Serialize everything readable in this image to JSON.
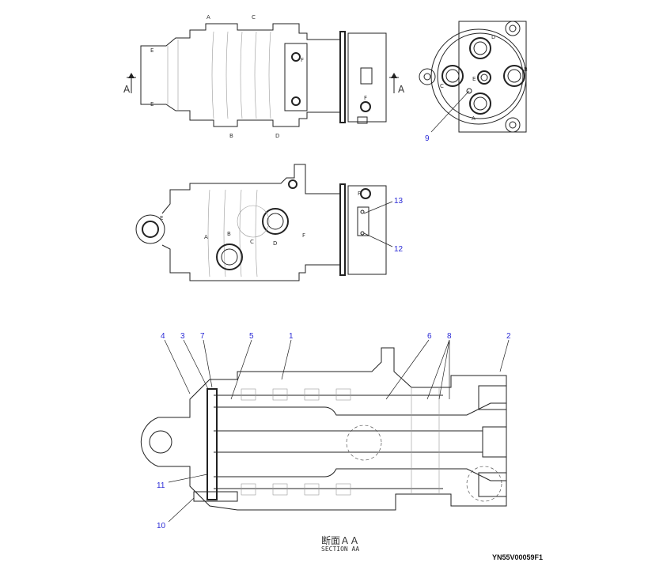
{
  "top_view": {
    "port_labels": [
      "A",
      "C",
      "B",
      "D",
      "E",
      "E",
      "F",
      "F"
    ],
    "section_marks": [
      "A",
      "A"
    ]
  },
  "end_view": {
    "port_labels": [
      "D",
      "B",
      "E",
      "C",
      "A"
    ],
    "callouts": [
      "9"
    ]
  },
  "side_view": {
    "port_labels": [
      "F",
      "E",
      "A",
      "B",
      "C",
      "D",
      "F"
    ],
    "callouts": [
      "13",
      "12"
    ]
  },
  "section_view": {
    "callouts": [
      "4",
      "3",
      "7",
      "5",
      "1",
      "6",
      "8",
      "2",
      "11",
      "10"
    ],
    "title_jp": "断面ＡＡ",
    "title_en": "SECTION AA"
  },
  "drawing_code": "YN55V00059F1",
  "colors": {
    "line": "#222222",
    "callout": "#2b2bd6"
  }
}
